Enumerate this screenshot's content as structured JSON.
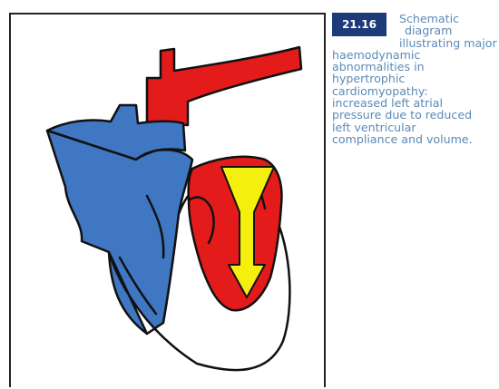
{
  "figure": {
    "number": "21.16",
    "caption_lines": [
      "Schematic",
      "diagram",
      "illustrating major",
      "haemodynamic",
      "abnormalities in",
      "hypertrophic",
      "cardiomyopathy:",
      "increased left atrial",
      "pressure due to reduced",
      "left ventricular",
      "compliance and volume."
    ]
  },
  "colors": {
    "arterial": "#e31b1b",
    "venous": "#3f77c3",
    "flow_arrow": "#f5ef10",
    "outline": "#111111",
    "badge": "#1d3b79",
    "caption_text": "#5b8ab8"
  },
  "icons": {
    "flow_arrow": "down-arrow-icon"
  }
}
